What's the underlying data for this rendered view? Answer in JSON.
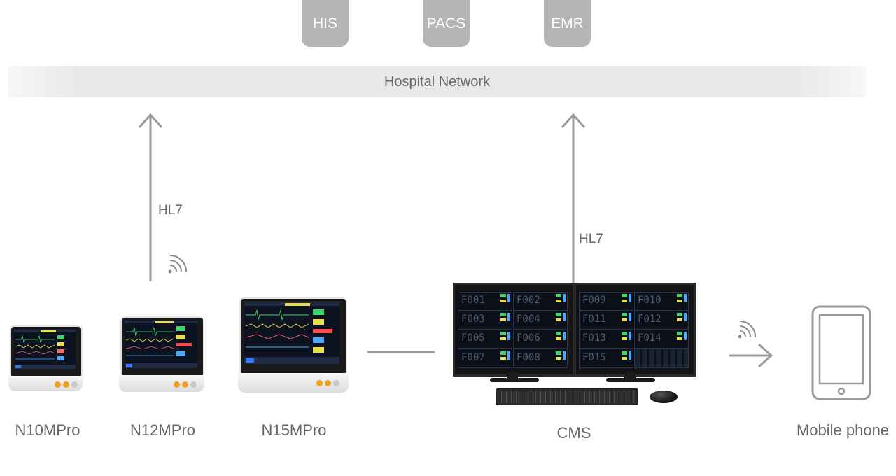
{
  "systems": [
    "HIS",
    "PACS",
    "EMR"
  ],
  "network_label": "Hospital Network",
  "protocol_left": "HL7",
  "protocol_right": "HL7",
  "devices": {
    "n10": "N10MPro",
    "n12": "N12MPro",
    "n15": "N15MPro",
    "cms": "CMS",
    "mobile": "Mobile phone"
  },
  "cms_beds_left": [
    "F001",
    "F002",
    "F003",
    "F004",
    "F005",
    "F006",
    "F007",
    "F008"
  ],
  "cms_beds_right": [
    "F009",
    "F010",
    "F011",
    "F012",
    "F013",
    "F014",
    "F015"
  ],
  "colors": {
    "system_box": "#b5b5b5",
    "arrow": "#9a9a9a",
    "network_bar": "#e9e9e9"
  }
}
